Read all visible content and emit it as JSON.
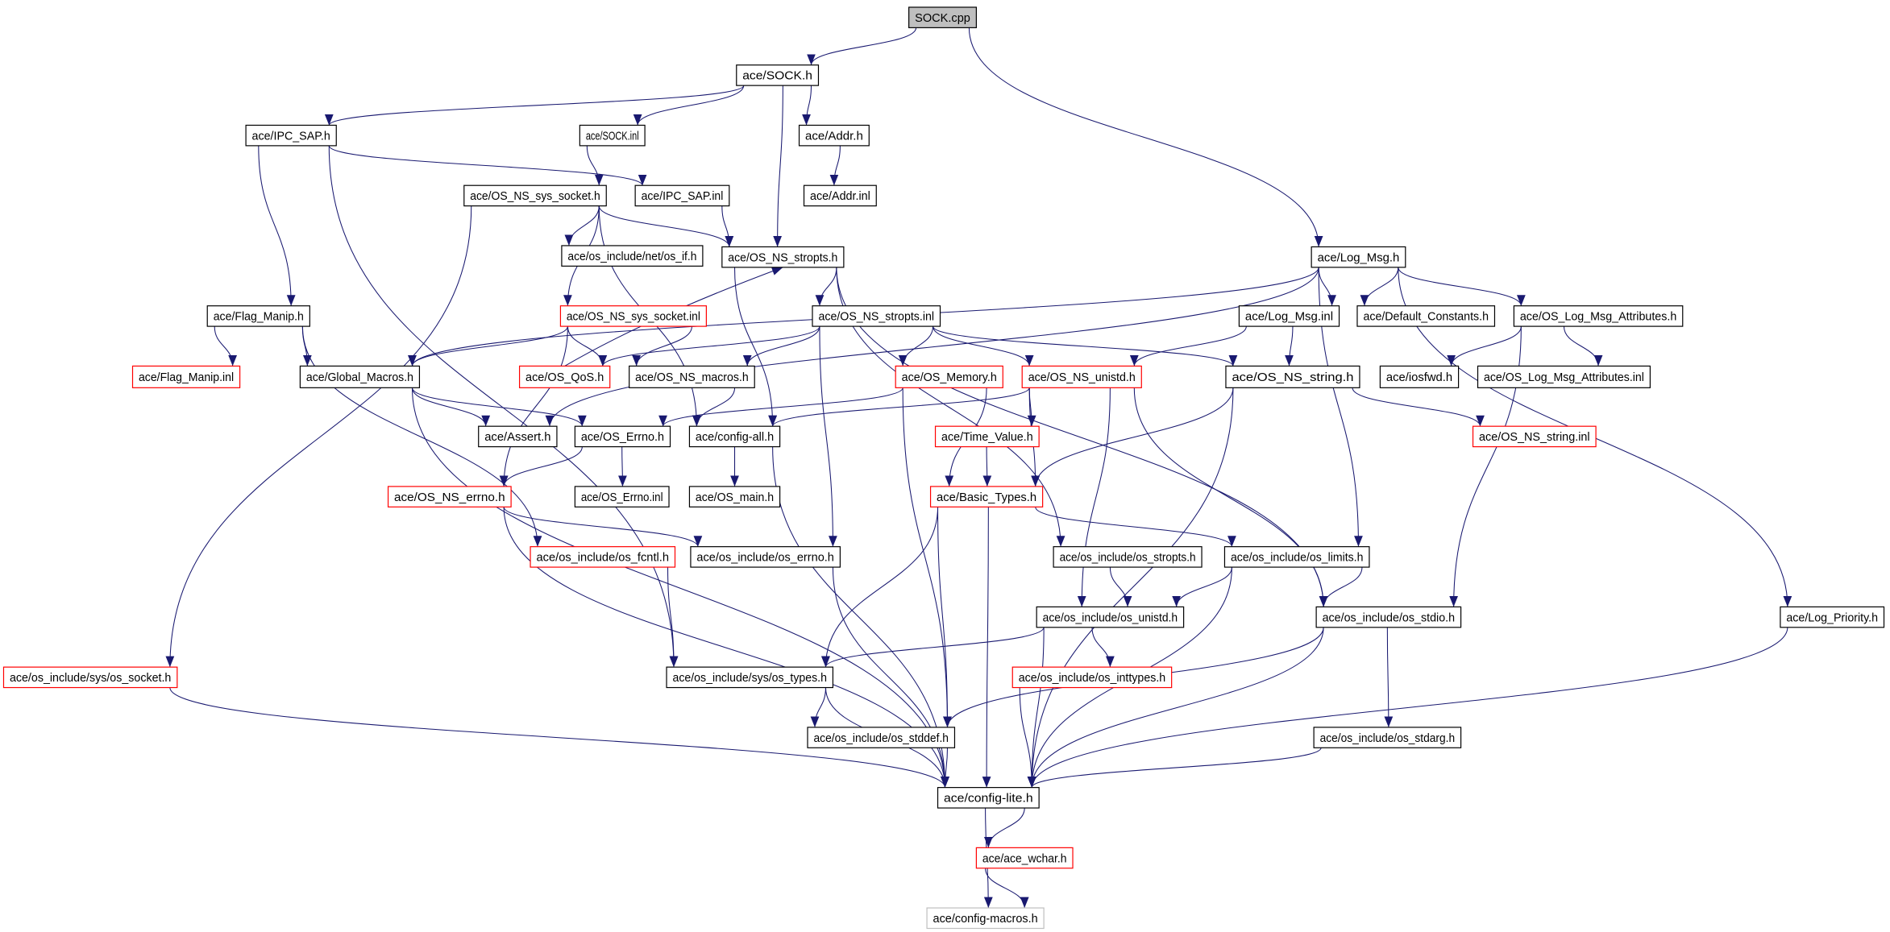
{
  "title": "SOCK.cpp",
  "colors": {
    "edge": "#191970",
    "normal_border": "#000000",
    "truncated_border": "#ff0000",
    "root_fill": "#bfbfbf",
    "external_border": "#bfbfbf"
  },
  "nodes": [
    {
      "id": "sock_cpp",
      "label": "SOCK.cpp",
      "style": "root"
    },
    {
      "id": "sock_h",
      "label": "ace/SOCK.h",
      "style": "normal"
    },
    {
      "id": "ipc_sap_h",
      "label": "ace/IPC_SAP.h",
      "style": "normal"
    },
    {
      "id": "sock_inl",
      "label": "ace/SOCK.inl",
      "style": "normal"
    },
    {
      "id": "addr_h",
      "label": "ace/Addr.h",
      "style": "normal"
    },
    {
      "id": "ipc_sap_inl",
      "label": "ace/IPC_SAP.inl",
      "style": "normal"
    },
    {
      "id": "addr_inl",
      "label": "ace/Addr.inl",
      "style": "normal"
    },
    {
      "id": "os_ns_sys_socket_h",
      "label": "ace/OS_NS_sys_socket.h",
      "style": "normal"
    },
    {
      "id": "os_if_h",
      "label": "ace/os_include/net/os_if.h",
      "style": "normal"
    },
    {
      "id": "os_ns_stropts_h",
      "label": "ace/OS_NS_stropts.h",
      "style": "normal"
    },
    {
      "id": "log_msg_h",
      "label": "ace/Log_Msg.h",
      "style": "normal"
    },
    {
      "id": "flag_manip_h",
      "label": "ace/Flag_Manip.h",
      "style": "normal"
    },
    {
      "id": "os_ns_sys_socket_inl",
      "label": "ace/OS_NS_sys_socket.inl",
      "style": "red"
    },
    {
      "id": "os_ns_stropts_inl",
      "label": "ace/OS_NS_stropts.inl",
      "style": "normal"
    },
    {
      "id": "log_msg_inl",
      "label": "ace/Log_Msg.inl",
      "style": "normal"
    },
    {
      "id": "default_constants_h",
      "label": "ace/Default_Constants.h",
      "style": "normal"
    },
    {
      "id": "os_log_msg_attr_h",
      "label": "ace/OS_Log_Msg_Attributes.h",
      "style": "normal"
    },
    {
      "id": "flag_manip_inl",
      "label": "ace/Flag_Manip.inl",
      "style": "red"
    },
    {
      "id": "global_macros_h",
      "label": "ace/Global_Macros.h",
      "style": "normal"
    },
    {
      "id": "os_qos_h",
      "label": "ace/OS_QoS.h",
      "style": "red"
    },
    {
      "id": "os_ns_macros_h",
      "label": "ace/OS_NS_macros.h",
      "style": "normal"
    },
    {
      "id": "os_memory_h",
      "label": "ace/OS_Memory.h",
      "style": "red"
    },
    {
      "id": "os_ns_unistd_h",
      "label": "ace/OS_NS_unistd.h",
      "style": "red"
    },
    {
      "id": "os_ns_string_h",
      "label": "ace/OS_NS_string.h",
      "style": "normal"
    },
    {
      "id": "iosfwd_h",
      "label": "ace/iosfwd.h",
      "style": "normal"
    },
    {
      "id": "os_log_msg_attr_inl",
      "label": "ace/OS_Log_Msg_Attributes.inl",
      "style": "normal"
    },
    {
      "id": "assert_h",
      "label": "ace/Assert.h",
      "style": "normal"
    },
    {
      "id": "os_errno_h",
      "label": "ace/OS_Errno.h",
      "style": "normal"
    },
    {
      "id": "config_all_h",
      "label": "ace/config-all.h",
      "style": "normal"
    },
    {
      "id": "time_value_h",
      "label": "ace/Time_Value.h",
      "style": "red"
    },
    {
      "id": "os_ns_string_inl",
      "label": "ace/OS_NS_string.inl",
      "style": "red"
    },
    {
      "id": "os_errno_inl",
      "label": "ace/OS_Errno.inl",
      "style": "normal"
    },
    {
      "id": "os_main_h",
      "label": "ace/OS_main.h",
      "style": "normal"
    },
    {
      "id": "os_ns_errno_h",
      "label": "ace/OS_NS_errno.h",
      "style": "red"
    },
    {
      "id": "basic_types_h",
      "label": "ace/Basic_Types.h",
      "style": "red"
    },
    {
      "id": "os_fcntl_h",
      "label": "ace/os_include/os_fcntl.h",
      "style": "red"
    },
    {
      "id": "os_inc_errno_h",
      "label": "ace/os_include/os_errno.h",
      "style": "normal"
    },
    {
      "id": "os_inc_stropts_h",
      "label": "ace/os_include/os_stropts.h",
      "style": "normal"
    },
    {
      "id": "os_limits_h",
      "label": "ace/os_include/os_limits.h",
      "style": "normal"
    },
    {
      "id": "os_unistd_h",
      "label": "ace/os_include/os_unistd.h",
      "style": "normal"
    },
    {
      "id": "os_stdio_h",
      "label": "ace/os_include/os_stdio.h",
      "style": "normal"
    },
    {
      "id": "log_priority_h",
      "label": "ace/Log_Priority.h",
      "style": "normal"
    },
    {
      "id": "sys_os_socket_h",
      "label": "ace/os_include/sys/os_socket.h",
      "style": "red"
    },
    {
      "id": "sys_os_types_h",
      "label": "ace/os_include/sys/os_types.h",
      "style": "normal"
    },
    {
      "id": "os_inttypes_h",
      "label": "ace/os_include/os_inttypes.h",
      "style": "red"
    },
    {
      "id": "os_stddef_h",
      "label": "ace/os_include/os_stddef.h",
      "style": "normal"
    },
    {
      "id": "os_stdarg_h",
      "label": "ace/os_include/os_stdarg.h",
      "style": "normal"
    },
    {
      "id": "config_lite_h",
      "label": "ace/config-lite.h",
      "style": "normal"
    },
    {
      "id": "ace_wchar_h",
      "label": "ace/ace_wchar.h",
      "style": "red"
    },
    {
      "id": "config_macros_h",
      "label": "ace/config-macros.h",
      "style": "gray"
    }
  ],
  "edges": [
    [
      "sock_cpp",
      "sock_h"
    ],
    [
      "sock_cpp",
      "log_msg_h"
    ],
    [
      "sock_h",
      "ipc_sap_h"
    ],
    [
      "sock_h",
      "sock_inl"
    ],
    [
      "sock_h",
      "addr_h"
    ],
    [
      "sock_h",
      "os_ns_stropts_h"
    ],
    [
      "ipc_sap_h",
      "ipc_sap_inl"
    ],
    [
      "ipc_sap_h",
      "flag_manip_h"
    ],
    [
      "ipc_sap_h",
      "sys_os_types_h"
    ],
    [
      "sock_inl",
      "os_ns_sys_socket_h"
    ],
    [
      "addr_h",
      "addr_inl"
    ],
    [
      "ipc_sap_inl",
      "os_ns_stropts_h"
    ],
    [
      "os_ns_sys_socket_h",
      "os_if_h"
    ],
    [
      "os_ns_sys_socket_h",
      "os_ns_stropts_h"
    ],
    [
      "os_ns_sys_socket_h",
      "os_ns_sys_socket_inl"
    ],
    [
      "os_ns_sys_socket_h",
      "sys_os_socket_h"
    ],
    [
      "os_ns_sys_socket_h",
      "config_all_h"
    ],
    [
      "os_ns_stropts_h",
      "os_ns_stropts_inl"
    ],
    [
      "os_ns_stropts_h",
      "config_all_h"
    ],
    [
      "os_ns_stropts_h",
      "os_inc_stropts_h"
    ],
    [
      "os_ns_stropts_h",
      "os_stdio_h"
    ],
    [
      "log_msg_h",
      "log_msg_inl"
    ],
    [
      "log_msg_h",
      "default_constants_h"
    ],
    [
      "log_msg_h",
      "os_log_msg_attr_h"
    ],
    [
      "log_msg_h",
      "global_macros_h"
    ],
    [
      "log_msg_h",
      "assert_h"
    ],
    [
      "log_msg_h",
      "os_limits_h"
    ],
    [
      "log_msg_h",
      "log_priority_h"
    ],
    [
      "flag_manip_h",
      "flag_manip_inl"
    ],
    [
      "flag_manip_h",
      "global_macros_h"
    ],
    [
      "flag_manip_h",
      "os_fcntl_h"
    ],
    [
      "os_ns_sys_socket_inl",
      "os_qos_h"
    ],
    [
      "os_ns_sys_socket_inl",
      "os_ns_macros_h"
    ],
    [
      "os_ns_sys_socket_inl",
      "global_macros_h"
    ],
    [
      "os_ns_sys_socket_inl",
      "os_ns_errno_h"
    ],
    [
      "os_ns_stropts_inl",
      "os_qos_h"
    ],
    [
      "os_ns_stropts_inl",
      "os_ns_macros_h"
    ],
    [
      "os_ns_stropts_inl",
      "os_memory_h"
    ],
    [
      "os_ns_stropts_inl",
      "os_ns_unistd_h"
    ],
    [
      "os_ns_stropts_inl",
      "os_ns_string_h"
    ],
    [
      "os_ns_stropts_inl",
      "os_inc_errno_h"
    ],
    [
      "os_qos_h",
      "os_ns_stropts_h"
    ],
    [
      "log_msg_inl",
      "os_ns_string_h"
    ],
    [
      "log_msg_inl",
      "os_ns_unistd_h"
    ],
    [
      "os_log_msg_attr_h",
      "iosfwd_h"
    ],
    [
      "os_log_msg_attr_h",
      "os_log_msg_attr_inl"
    ],
    [
      "os_log_msg_attr_h",
      "os_stdio_h"
    ],
    [
      "global_macros_h",
      "assert_h"
    ],
    [
      "global_macros_h",
      "os_errno_h"
    ],
    [
      "global_macros_h",
      "config_lite_h"
    ],
    [
      "os_ns_macros_h",
      "config_all_h"
    ],
    [
      "os_memory_h",
      "os_errno_h"
    ],
    [
      "os_memory_h",
      "basic_types_h"
    ],
    [
      "os_memory_h",
      "os_stddef_h"
    ],
    [
      "os_ns_unistd_h",
      "config_all_h"
    ],
    [
      "os_ns_unistd_h",
      "time_value_h"
    ],
    [
      "os_ns_unistd_h",
      "basic_types_h"
    ],
    [
      "os_ns_unistd_h",
      "os_unistd_h"
    ],
    [
      "os_ns_unistd_h",
      "os_stdio_h"
    ],
    [
      "os_ns_string_h",
      "basic_types_h"
    ],
    [
      "os_ns_string_h",
      "os_ns_string_inl"
    ],
    [
      "os_ns_string_h",
      "config_lite_h"
    ],
    [
      "os_errno_h",
      "os_ns_errno_h"
    ],
    [
      "os_errno_h",
      "os_errno_inl"
    ],
    [
      "config_all_h",
      "os_main_h"
    ],
    [
      "config_all_h",
      "config_lite_h"
    ],
    [
      "time_value_h",
      "basic_types_h"
    ],
    [
      "os_ns_errno_h",
      "os_inc_errno_h"
    ],
    [
      "os_ns_errno_h",
      "config_lite_h"
    ],
    [
      "basic_types_h",
      "os_limits_h"
    ],
    [
      "basic_types_h",
      "sys_os_types_h"
    ],
    [
      "basic_types_h",
      "os_stddef_h"
    ],
    [
      "basic_types_h",
      "config_lite_h"
    ],
    [
      "os_fcntl_h",
      "sys_os_types_h"
    ],
    [
      "os_inc_errno_h",
      "config_lite_h"
    ],
    [
      "os_inc_stropts_h",
      "os_unistd_h"
    ],
    [
      "os_limits_h",
      "os_unistd_h"
    ],
    [
      "os_limits_h",
      "os_stdio_h"
    ],
    [
      "os_limits_h",
      "config_lite_h"
    ],
    [
      "os_unistd_h",
      "sys_os_types_h"
    ],
    [
      "os_unistd_h",
      "os_inttypes_h"
    ],
    [
      "os_unistd_h",
      "config_lite_h"
    ],
    [
      "os_stdio_h",
      "os_stddef_h"
    ],
    [
      "os_stdio_h",
      "os_stdarg_h"
    ],
    [
      "os_stdio_h",
      "config_lite_h"
    ],
    [
      "log_priority_h",
      "config_lite_h"
    ],
    [
      "sys_os_socket_h",
      "config_lite_h"
    ],
    [
      "sys_os_types_h",
      "os_stddef_h"
    ],
    [
      "sys_os_types_h",
      "config_lite_h"
    ],
    [
      "os_inttypes_h",
      "config_lite_h"
    ],
    [
      "os_stddef_h",
      "config_lite_h"
    ],
    [
      "os_stdarg_h",
      "config_lite_h"
    ],
    [
      "config_lite_h",
      "ace_wchar_h"
    ],
    [
      "config_lite_h",
      "config_macros_h"
    ],
    [
      "ace_wchar_h",
      "config_macros_h"
    ]
  ]
}
